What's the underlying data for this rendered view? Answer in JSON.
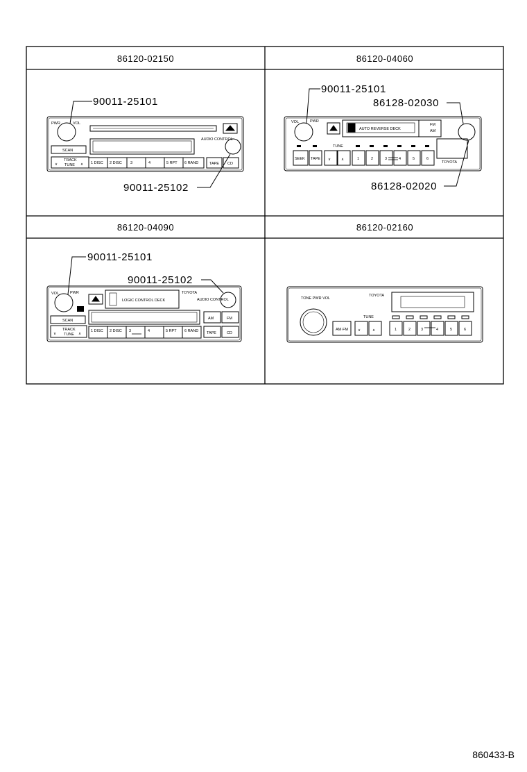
{
  "header": {
    "cell1": "86120-02150",
    "cell2": "86120-04060",
    "cell3": "86120-04090",
    "cell4": "86120-02160"
  },
  "callouts": {
    "p1_top": "90011-25101",
    "p1_bottom": "90011-25102",
    "p2_top": "90011-25101",
    "p2_mid": "86128-02030",
    "p2_bottom": "86128-02020",
    "p3_top": "90011-25101",
    "p3_mid": "90011-25102"
  },
  "radio1": {
    "pwr": "PWR",
    "vol": "VOL",
    "scan": "SCAN",
    "track": "TRACK",
    "tune": "TUNE",
    "audio_control": "AUDIO CONTROL",
    "presets": [
      "1 DISC",
      "2 DISC",
      "3",
      "4",
      "5 RPT",
      "6 RAND"
    ],
    "tape": "TAPE",
    "cd": "CD"
  },
  "radio2": {
    "vol": "VOL",
    "pwr": "PWR",
    "deck": "AUTO REVERSE DECK",
    "fm": "FM",
    "am": "AM",
    "seek": "SEEK",
    "tape": "TAPE",
    "presets": [
      "1",
      "2",
      "3",
      "4",
      "5",
      "6"
    ],
    "tune": "TUNE",
    "brand": "TOYOTA"
  },
  "radio3": {
    "vol": "VOL",
    "pwr": "PWR",
    "deck": "LOGIC CONTROL DECK",
    "brand": "TOYOTA",
    "audio_control": "AUDIO CONTROL",
    "scan": "SCAN",
    "track": "TRACK",
    "tune": "TUNE",
    "am": "AM",
    "fm": "FM",
    "presets": [
      "1 DISC",
      "2 DISC",
      "3",
      "4",
      "5 RPT",
      "6 RAND"
    ],
    "tape": "TAPE",
    "cd": "CD"
  },
  "radio4": {
    "knob_label": "TONE PWR VOL",
    "brand": "TOYOTA",
    "amfm": "AM·FM",
    "tune": "TUNE",
    "presets": [
      "1",
      "2",
      "3",
      "4",
      "5",
      "6"
    ]
  },
  "figure_id": "860433-B"
}
